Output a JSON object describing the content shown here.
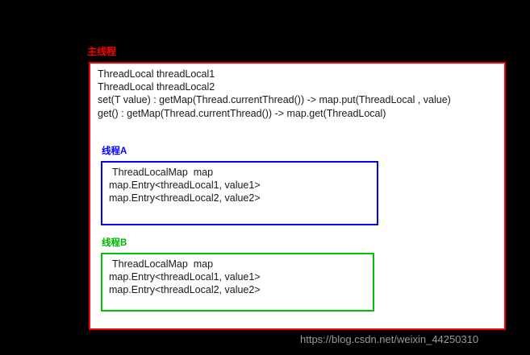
{
  "diagram": {
    "main_thread": {
      "label": "主线程",
      "border_color": "#ff0000",
      "code_lines": [
        "ThreadLocal threadLocal1",
        "ThreadLocal threadLocal2",
        "set(T value) : getMap(Thread.currentThread()) -> map.put(ThreadLocal , value)",
        "get() : getMap(Thread.currentThread()) -> map.get(ThreadLocal)"
      ]
    },
    "threads": [
      {
        "label": "线程A",
        "border_color": "#0000ff",
        "code_lines": [
          "ThreadLocalMap  map",
          "map.Entry<threadLocal1, value1>",
          "map.Entry<threadLocal2, value2>"
        ]
      },
      {
        "label": "线程B",
        "border_color": "#00c400",
        "code_lines": [
          "ThreadLocalMap  map",
          "map.Entry<threadLocal1, value1>",
          "map.Entry<threadLocal2, value2>"
        ]
      }
    ]
  },
  "watermark": {
    "text": "https://blog.csdn.net/weixin_44250310"
  }
}
